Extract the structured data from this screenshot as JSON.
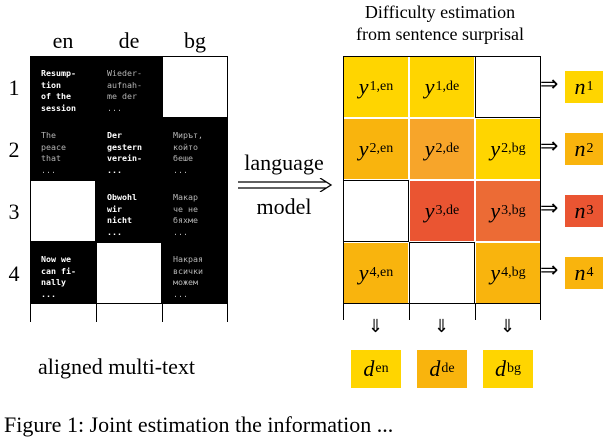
{
  "left": {
    "languages": [
      "en",
      "de",
      "bg"
    ],
    "row_numbers": [
      "1",
      "2",
      "3",
      "4"
    ],
    "caption": "aligned multi-text",
    "cells": [
      [
        {
          "text": "Resump-\ntion\nof the\nsession"
        },
        {
          "text": "Wieder-\naufnah-\nme der\n..."
        },
        {
          "text": ""
        }
      ],
      [
        {
          "text": "The\npeace\nthat\n..."
        },
        {
          "text": "Der\ngestern\nverein-\n..."
        },
        {
          "text": "Мирът,\nкойто\nбеше\n..."
        }
      ],
      [
        {
          "text": ""
        },
        {
          "text": "Obwohl\nwir\nnicht\n..."
        },
        {
          "text": "Макар\nче не\nбяхме\n..."
        }
      ],
      [
        {
          "text": "Now we\ncan fi-\nnally\n..."
        },
        {
          "text": ""
        },
        {
          "text": "Накрая\nвсички\nможем\n..."
        }
      ]
    ]
  },
  "middle": {
    "arrow_label_line1": "language",
    "arrow_label_line2": "model"
  },
  "right": {
    "title_line1": "Difficulty estimation",
    "title_line2": "from sentence surprisal",
    "cells": [
      [
        {
          "var": "y",
          "sub": "1,en",
          "color": "#ffd500"
        },
        {
          "var": "y",
          "sub": "1,de",
          "color": "#ffd500"
        },
        {
          "var": "",
          "sub": "",
          "color": "#ffffff"
        }
      ],
      [
        {
          "var": "y",
          "sub": "2,en",
          "color": "#f9b40d"
        },
        {
          "var": "y",
          "sub": "2,de",
          "color": "#f7a52a"
        },
        {
          "var": "y",
          "sub": "2,bg",
          "color": "#ffd500"
        }
      ],
      [
        {
          "var": "",
          "sub": "",
          "color": "#ffffff"
        },
        {
          "var": "y",
          "sub": "3,de",
          "color": "#ea5532"
        },
        {
          "var": "y",
          "sub": "3,bg",
          "color": "#ec6b35"
        }
      ],
      [
        {
          "var": "y",
          "sub": "4,en",
          "color": "#f9b40d"
        },
        {
          "var": "",
          "sub": "",
          "color": "#ffffff"
        },
        {
          "var": "y",
          "sub": "4,bg",
          "color": "#f9b40d"
        }
      ]
    ],
    "row_arrow": "⇒",
    "row_results": [
      {
        "var": "n",
        "sub": "1",
        "color": "#ffd500"
      },
      {
        "var": "n",
        "sub": "2",
        "color": "#f9b40d"
      },
      {
        "var": "n",
        "sub": "3",
        "color": "#ea5532"
      },
      {
        "var": "n",
        "sub": "4",
        "color": "#f9b40d"
      }
    ],
    "col_arrow": "⇓",
    "col_results": [
      {
        "var": "d",
        "sub": "en",
        "color": "#ffd500"
      },
      {
        "var": "d",
        "sub": "de",
        "color": "#f9b40d"
      },
      {
        "var": "d",
        "sub": "bg",
        "color": "#ffd500"
      }
    ]
  },
  "caption_partial": "Figure 1: Joint estimation the information ..."
}
